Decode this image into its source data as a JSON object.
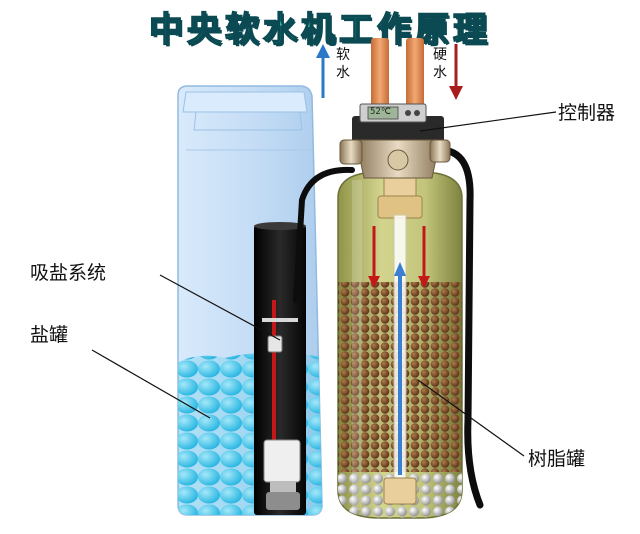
{
  "title": "中央软水机工作原理",
  "labels": {
    "controller": "控制器",
    "brine_system": "吸盐系统",
    "brine_tank": "盐罐",
    "resin_tank": "树脂罐"
  },
  "flow_labels": {
    "soft_water": [
      "软",
      "水"
    ],
    "hard_water": [
      "硬",
      "水"
    ]
  },
  "controller_display": "52℃",
  "colors": {
    "title": "#2bb5a0",
    "title_outline": "#0b4a52",
    "soft_arrow": "#2a78c8",
    "hard_arrow": "#a81c1c",
    "pipe": "#e8925a",
    "brine_tank": "#bcd9f5",
    "resin_tank": "#b5b86a",
    "resin_beads": "#7a4a28",
    "salt": "#3fc8ea"
  }
}
